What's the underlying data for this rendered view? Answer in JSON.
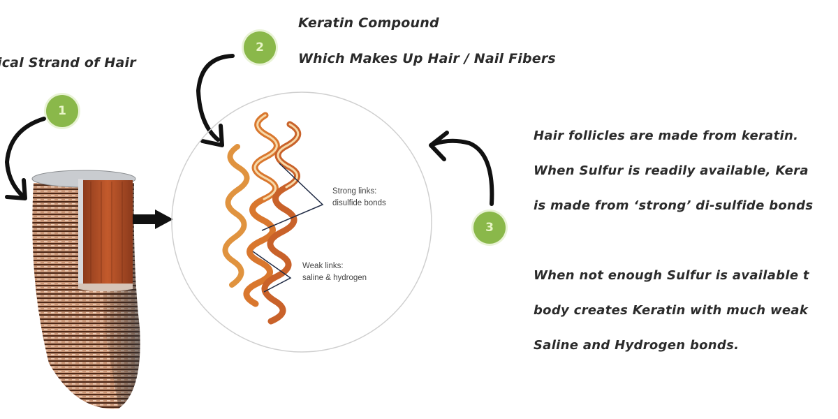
{
  "title_strand": "ical Strand of Hair",
  "title_keratin": {
    "line1": "Keratin Compound",
    "line2": "Which Makes Up Hair / Nail Fibers"
  },
  "badges": [
    {
      "number": "1",
      "color": "#8ab84a"
    },
    {
      "number": "2",
      "color": "#8ab84a"
    },
    {
      "number": "3",
      "color": "#8ab84a"
    }
  ],
  "molecule_labels": {
    "strong_line1": "Strong links:",
    "strong_line2": "disulfide bonds",
    "weak_line1": "Weak links:",
    "weak_line2": "saline & hydrogen"
  },
  "explanation": {
    "lines": [
      "Hair follicles are made from keratin.",
      "When Sulfur is readily available, Kera",
      "is made from ‘strong’ di-sulfide bonds",
      "When not enough Sulfur is available t",
      "body creates Keratin with much weak",
      "Saline and Hydrogen bonds."
    ]
  },
  "colors": {
    "badge_green": "#8ab84a",
    "helix_orange": "#d9772e",
    "hair_brown": "#6b3a22",
    "text": "#2a2a2a"
  }
}
